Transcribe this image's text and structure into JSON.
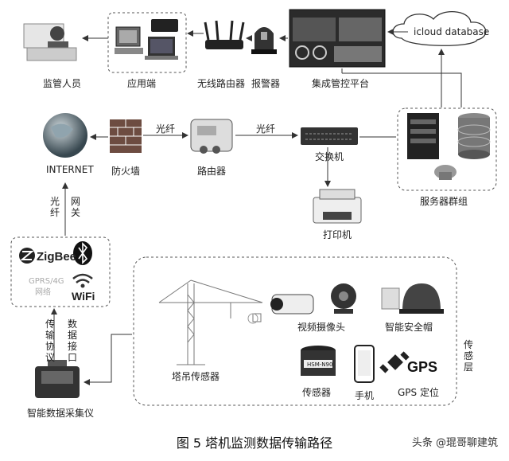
{
  "labels": {
    "supervisor": "监管人员",
    "app_end": "应用端",
    "wireless_router": "无线路由器",
    "alarm": "报警器",
    "integrated_platform": "集成管控平台",
    "icloud": "icloud database",
    "internet": "INTERNET",
    "firewall": "防火墙",
    "router": "路由器",
    "switch": "交换机",
    "server_cluster": "服务器群组",
    "printer": "打印机",
    "fiber_1": "光纤",
    "fiber_2": "光纤",
    "fiber_vertical": "光纤",
    "gateway_vertical": "网关",
    "transport_protocol": "传输协议",
    "data_interface": "数据接口",
    "collector": "智能数据采集仪",
    "video_camera": "视频摄像头",
    "smart_helmet": "智能安全帽",
    "crane_sensor": "塔吊传感器",
    "sensor": "传感器",
    "phone": "手机",
    "gps_locate": "GPS 定位",
    "sensing_layer": "传感层"
  },
  "comm_box": {
    "zigbee": "ZigBee",
    "gprs": "GPRS/4G",
    "network": "网络",
    "wifi": "WiFi"
  },
  "icons": {
    "gps": "GPS",
    "sensor_model": "HSM-N90"
  },
  "caption": "图 5  塔机监测数据传输路径",
  "watermark": "头条 @琨哥聊建筑"
}
